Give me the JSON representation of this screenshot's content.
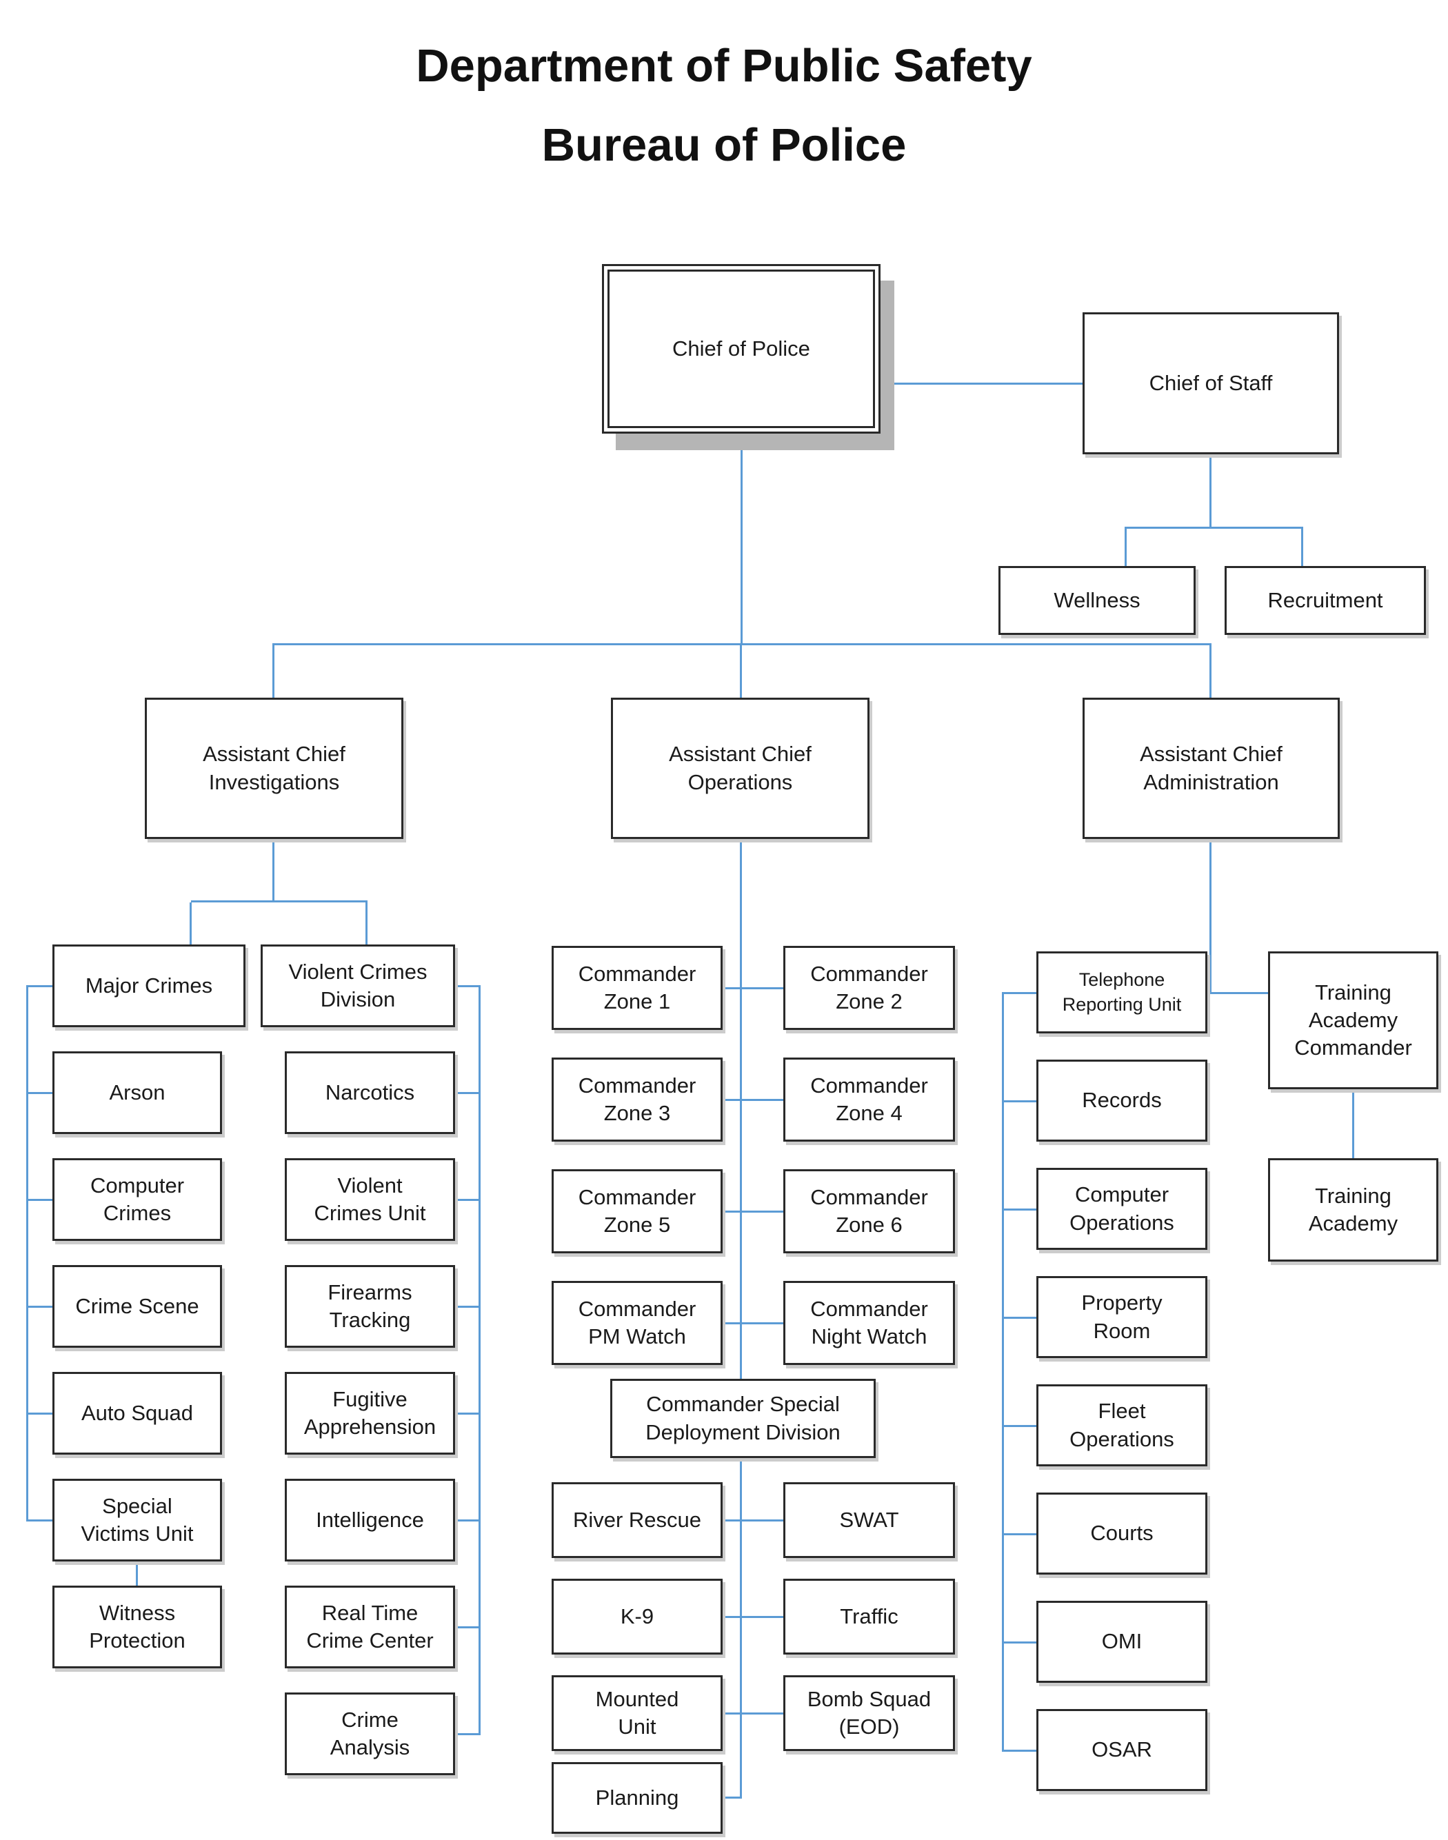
{
  "title": {
    "line1": "Department of Public Safety",
    "line2": "Bureau of Police"
  },
  "colors": {
    "connector": "#5b9bd5",
    "border": "#2a2a2a",
    "shadow": "#cccccc",
    "cop_shadow": "#b5b5b5",
    "text": "#1a1a1a",
    "background": "#ffffff"
  },
  "nodes": {
    "chief_of_police": {
      "label": "Chief of Police"
    },
    "chief_of_staff": {
      "label": "Chief of Staff"
    },
    "wellness": {
      "label": "Wellness"
    },
    "recruitment": {
      "label": "Recruitment"
    },
    "ac_investigations": {
      "label": "Assistant Chief\nInvestigations"
    },
    "ac_operations": {
      "label": "Assistant Chief\nOperations"
    },
    "ac_administration": {
      "label": "Assistant Chief\nAdministration"
    },
    "major_crimes": {
      "label": "Major Crimes"
    },
    "arson": {
      "label": "Arson"
    },
    "computer_crimes": {
      "label": "Computer\nCrimes"
    },
    "crime_scene": {
      "label": "Crime Scene"
    },
    "auto_squad": {
      "label": "Auto Squad"
    },
    "special_victims_unit": {
      "label": "Special\nVictims Unit"
    },
    "witness_protection": {
      "label": "Witness\nProtection"
    },
    "violent_crimes_division": {
      "label": "Violent Crimes\nDivision"
    },
    "narcotics": {
      "label": "Narcotics"
    },
    "violent_crimes_unit": {
      "label": "Violent\nCrimes Unit"
    },
    "firearms_tracking": {
      "label": "Firearms\nTracking"
    },
    "fugitive_apprehension": {
      "label": "Fugitive\nApprehension"
    },
    "intelligence": {
      "label": "Intelligence"
    },
    "real_time_crime_center": {
      "label": "Real Time\nCrime Center"
    },
    "crime_analysis": {
      "label": "Crime\nAnalysis"
    },
    "commander_zone_1": {
      "label": "Commander\nZone 1"
    },
    "commander_zone_2": {
      "label": "Commander\nZone 2"
    },
    "commander_zone_3": {
      "label": "Commander\nZone 3"
    },
    "commander_zone_4": {
      "label": "Commander\nZone 4"
    },
    "commander_zone_5": {
      "label": "Commander\nZone 5"
    },
    "commander_zone_6": {
      "label": "Commander\nZone 6"
    },
    "commander_pm_watch": {
      "label": "Commander\nPM Watch"
    },
    "commander_night_watch": {
      "label": "Commander\nNight Watch"
    },
    "commander_special_deployment": {
      "label": "Commander Special\nDeployment Division"
    },
    "river_rescue": {
      "label": "River Rescue"
    },
    "swat": {
      "label": "SWAT"
    },
    "k9": {
      "label": "K-9"
    },
    "traffic": {
      "label": "Traffic"
    },
    "mounted_unit": {
      "label": "Mounted\nUnit"
    },
    "bomb_squad": {
      "label": "Bomb Squad\n(EOD)"
    },
    "planning": {
      "label": "Planning"
    },
    "telephone_reporting_unit": {
      "label": "Telephone\nReporting Unit"
    },
    "records": {
      "label": "Records"
    },
    "computer_operations": {
      "label": "Computer\nOperations"
    },
    "property_room": {
      "label": "Property\nRoom"
    },
    "fleet_operations": {
      "label": "Fleet\nOperations"
    },
    "courts": {
      "label": "Courts"
    },
    "omi": {
      "label": "OMI"
    },
    "osar": {
      "label": "OSAR"
    },
    "training_academy_commander": {
      "label": "Training\nAcademy\nCommander"
    },
    "training_academy": {
      "label": "Training\nAcademy"
    }
  }
}
